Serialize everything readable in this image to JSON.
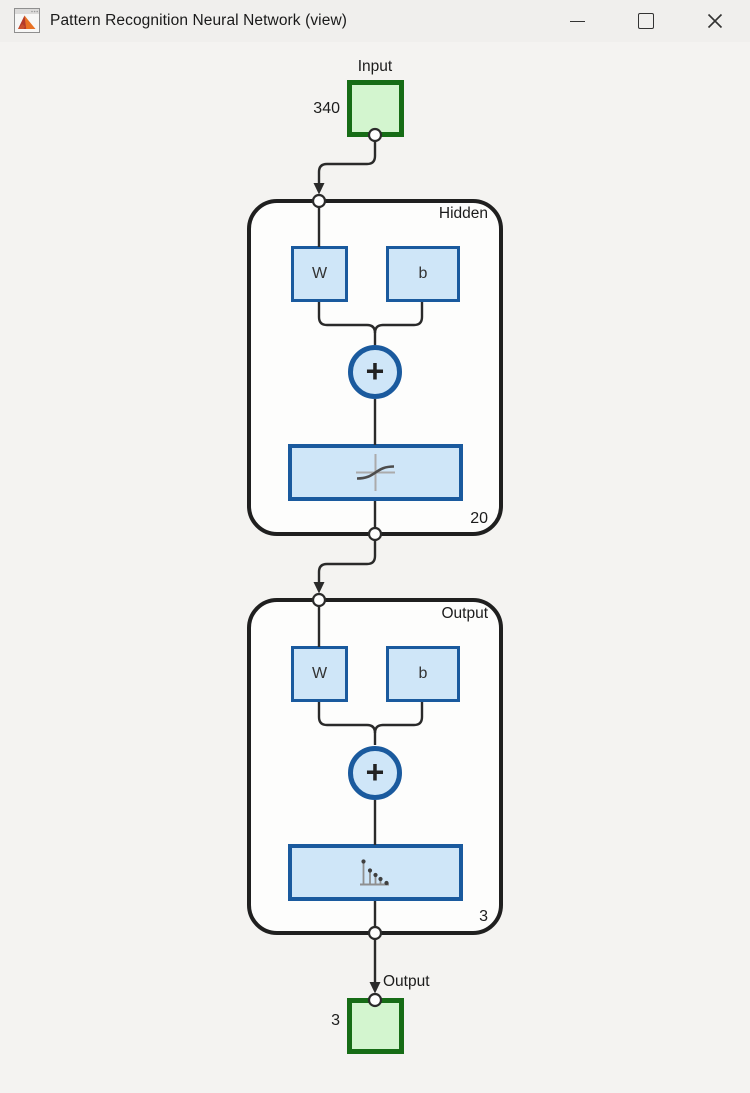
{
  "window": {
    "title": "Pattern Recognition Neural Network (view)",
    "app_icon": "matlab-logo-icon",
    "controls": {
      "minimize": "minimize-icon",
      "maximize": "maximize-icon",
      "close": "close-icon"
    }
  },
  "diagram": {
    "input": {
      "label": "Input",
      "size": "340"
    },
    "layers": [
      {
        "name": "Hidden",
        "weight_label": "W",
        "bias_label": "b",
        "sum_symbol": "+",
        "transfer_icon": "tansig-curve-icon",
        "size": "20"
      },
      {
        "name": "Output",
        "weight_label": "W",
        "bias_label": "b",
        "sum_symbol": "+",
        "transfer_icon": "softmax-stem-icon",
        "size": "3"
      }
    ],
    "output": {
      "label": "Output",
      "size": "3"
    },
    "colors": {
      "input_fill": "#d3f5cf",
      "input_border": "#166c16",
      "block_fill": "#cfe6f8",
      "block_border": "#1a5a9e",
      "line": "#2a2a2a",
      "layer_box_border": "#1f1f1f",
      "background": "#f4f3f1",
      "titlebar": "#f0efed"
    }
  }
}
